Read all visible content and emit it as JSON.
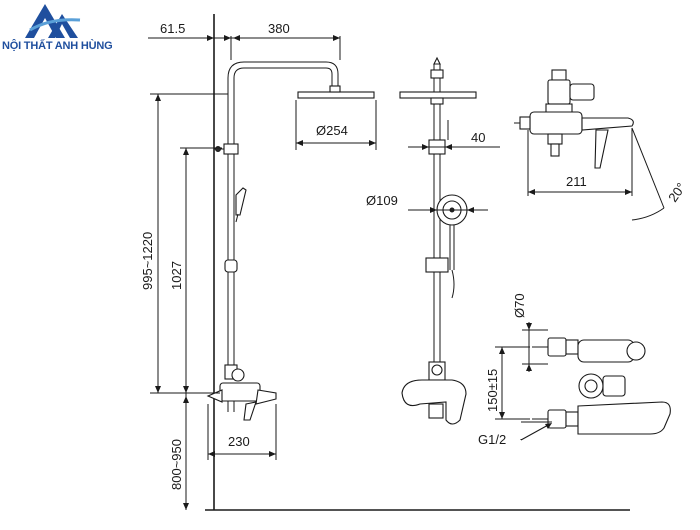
{
  "brand": {
    "name": "NỘI THẤT ANH HÙNG",
    "logo_icon": "mountain-logo-icon",
    "colors": {
      "primary": "#1f4f9e",
      "accent": "#5aa0d8"
    }
  },
  "dimensions": {
    "offset": "61.5",
    "arm_length": "380",
    "head_diameter": "Ø254",
    "bar_gap": "40",
    "hand_shower_diameter": "Ø109",
    "overall_height": "995~1220",
    "bar_height": "1027",
    "mount_height": "800~950",
    "mixer_projection": "230",
    "spout_length": "211",
    "spout_angle": "20°",
    "inlet_center": "Ø70",
    "inlet_spacing": "150±15",
    "thread": "G1/2"
  }
}
